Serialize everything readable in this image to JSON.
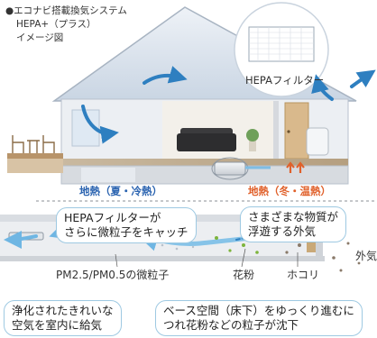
{
  "title": {
    "line1": "●エコナビ搭載換気システム",
    "line2": "HEPA+（プラス）",
    "line3": "イメージ図"
  },
  "filter_label": "HEPAフィルター",
  "heating": {
    "summer": "地熱（夏・冷熱）",
    "winter": "地熱（冬・温熱）"
  },
  "callouts": {
    "hepa_catch": [
      "HEPAフィルターが",
      "さらに微粒子をキャッチ"
    ],
    "outside_air": [
      "さまざまな物質が",
      "浮遊する外気"
    ],
    "clean_air": [
      "浄化されたきれいな",
      "空気を室内に給気"
    ],
    "base_space": [
      "ベース空間（床下）をゆっくり進むに",
      "つれ花粉などの粒子が沈下"
    ]
  },
  "labels": {
    "outside": "外気",
    "pm": "PM2.5/PM0.5の微粒子",
    "pollen": "花粉",
    "dust": "ホコリ"
  },
  "colors": {
    "airflow": "#2e7fc0",
    "airflow_light": "#86c3e8",
    "summer": "#2a63b0",
    "winter": "#e0602a",
    "house_wall": "#eaedf1",
    "roof_bg": "#cfd9e6"
  }
}
